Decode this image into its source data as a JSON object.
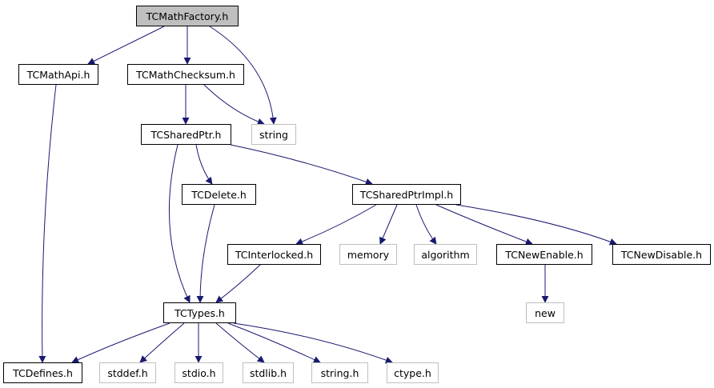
{
  "diagram": {
    "colors": {
      "edge": "#191970",
      "external_border": "#bfbfbf",
      "root_fill": "#bfbfbf"
    },
    "nodes": {
      "root": "TCMathFactory.h",
      "mathapi": "TCMathApi.h",
      "checksum": "TCMathChecksum.h",
      "string": "string",
      "sharedptr": "TCSharedPtr.h",
      "delete": "TCDelete.h",
      "sharedptrimpl": "TCSharedPtrImpl.h",
      "interlocked": "TCInterlocked.h",
      "memory": "memory",
      "algorithm": "algorithm",
      "newenable": "TCNewEnable.h",
      "newdisable": "TCNewDisable.h",
      "new": "new",
      "types": "TCTypes.h",
      "defines": "TCDefines.h",
      "stddef": "stddef.h",
      "stdio": "stdio.h",
      "stdlib": "stdlib.h",
      "stringh": "string.h",
      "ctype": "ctype.h"
    }
  }
}
